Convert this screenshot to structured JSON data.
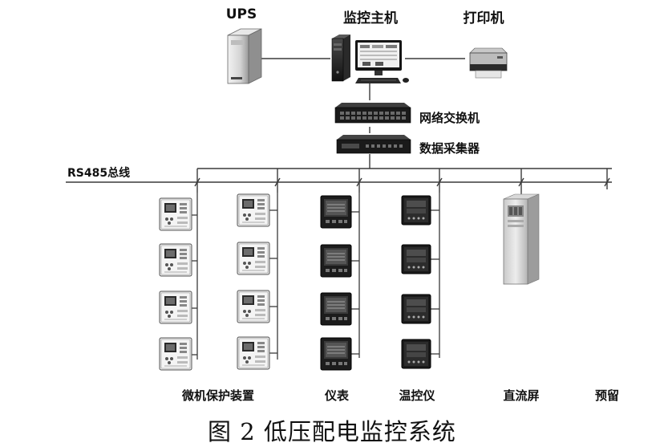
{
  "top": {
    "ups_label": "UPS",
    "host_label": "监控主机",
    "printer_label": "打印机"
  },
  "network": {
    "switch_label": "网络交换机",
    "collector_label": "数据采集器"
  },
  "bus": {
    "label": "RS485总线"
  },
  "groups": [
    {
      "label": "微机保护装置"
    },
    {
      "label": "仪表"
    },
    {
      "label": "温控仪"
    },
    {
      "label": "直流屏"
    },
    {
      "label": "预留"
    }
  ],
  "caption": "图 2  低压配电监控系统",
  "colors": {
    "line": "#3a3a3a",
    "device_dark": "#1e1e1e",
    "device_light": "#d8d8d8"
  }
}
